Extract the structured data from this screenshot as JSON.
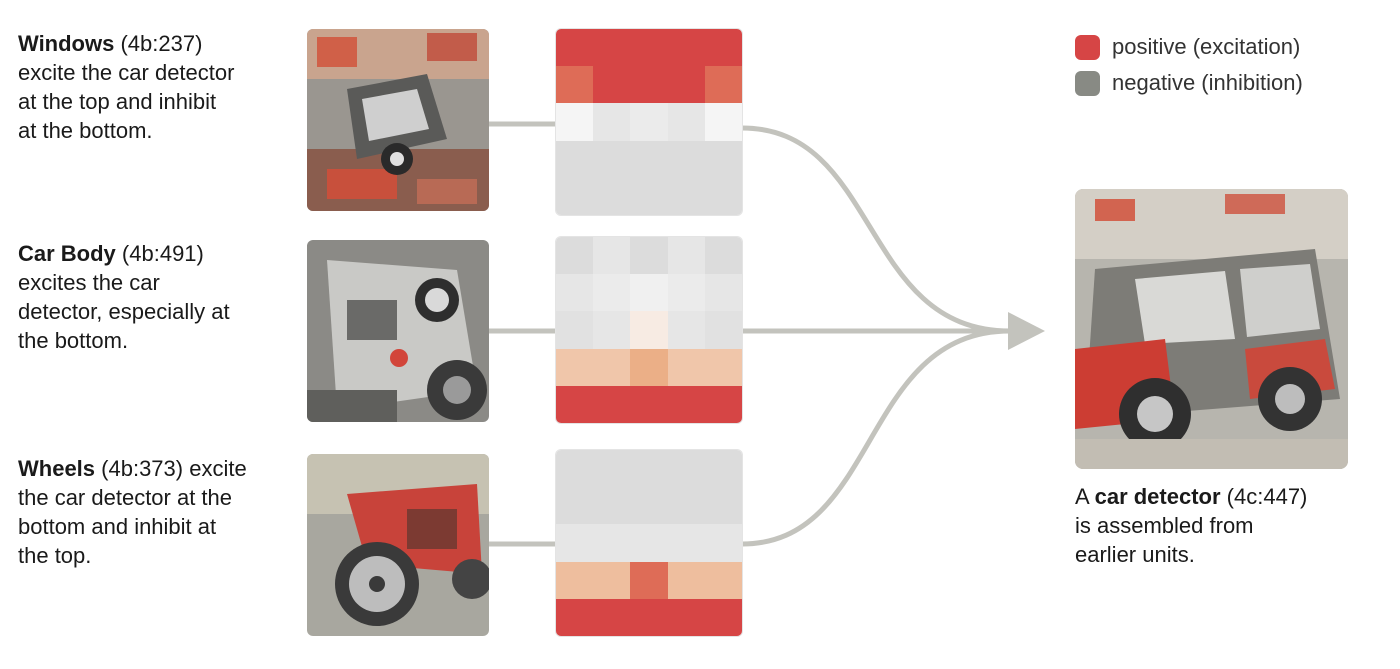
{
  "units": [
    {
      "name": "Windows",
      "unit_id": "(4b:237)",
      "description_lines": [
        "excite the car detector",
        "at the top and inhibit",
        "at the bottom."
      ],
      "weights": [
        [
          0.95,
          0.95,
          0.95,
          0.95,
          0.95
        ],
        [
          0.8,
          0.95,
          0.95,
          0.95,
          0.8
        ],
        [
          -0.05,
          -0.2,
          -0.15,
          -0.2,
          -0.05
        ],
        [
          -0.35,
          -0.35,
          -0.3,
          -0.35,
          -0.35
        ],
        [
          -0.3,
          -0.3,
          -0.3,
          -0.3,
          -0.3
        ]
      ]
    },
    {
      "name": "Car Body",
      "unit_id": "(4b:491)",
      "description_lines": [
        "excites the car",
        "detector, especially at",
        "the bottom."
      ],
      "weights": [
        [
          -0.3,
          -0.2,
          -0.3,
          -0.2,
          -0.3
        ],
        [
          -0.2,
          -0.15,
          -0.1,
          -0.15,
          -0.2
        ],
        [
          -0.25,
          -0.2,
          0.1,
          -0.2,
          -0.25
        ],
        [
          0.35,
          0.35,
          0.5,
          0.35,
          0.35
        ],
        [
          0.95,
          0.95,
          0.95,
          0.95,
          0.95
        ]
      ]
    },
    {
      "name": "Wheels",
      "unit_id": "(4b:373)",
      "description_lines": [
        "excite",
        "the car detector at the",
        "bottom and inhibit at",
        "the top."
      ],
      "weights": [
        [
          -0.3,
          -0.3,
          -0.3,
          -0.3,
          -0.3
        ],
        [
          -0.3,
          -0.3,
          -0.3,
          -0.3,
          -0.3
        ],
        [
          -0.2,
          -0.2,
          -0.2,
          -0.2,
          -0.2
        ],
        [
          0.4,
          0.4,
          0.8,
          0.4,
          0.4
        ],
        [
          0.95,
          0.95,
          0.95,
          0.95,
          0.95
        ]
      ]
    }
  ],
  "output": {
    "prefix": "A",
    "name": "car detector",
    "unit_id": "(4c:447)",
    "description_lines": [
      "is assembled from",
      "earlier units."
    ]
  },
  "legend": {
    "positive_label": "positive (excitation)",
    "negative_label": "negative (inhibition)"
  },
  "colors": {
    "positive": "#d64545",
    "negative": "#888a84",
    "mid_positive": "#e8a070",
    "neutral": "#dcdcdc",
    "connector": "#c3c3bd"
  }
}
